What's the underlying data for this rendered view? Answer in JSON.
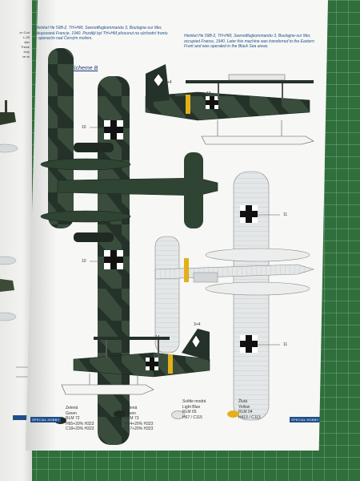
{
  "page": {
    "caption_left": [
      "Heinkel He 59B-2, TH+HM, Seenotflugkommando 3, Boulogne-sur Mer,",
      "okupovaná Francie, 1940. Později byl TH+HM přesunut na východní frontu",
      "k operacím nad Černým mořem."
    ],
    "caption_right": [
      "Heinkel He 59B-2, TH+HM, Seenotflugkommando 3, Boulogne-sur Mer,",
      "occupied France, 1940. Later this machine was transferred to the Eastern",
      "Front and was operated in the Black Sea areas."
    ],
    "scheme_label": "Scheme B",
    "callouts": {
      "top_3_4": "3+4",
      "side_13": "13",
      "left_10_upper": "10",
      "left_10_lower": "10",
      "right_11_upper": "11",
      "right_11_lower": "11",
      "bottom_3_4": "3+4",
      "bottom_14": "14"
    },
    "legend": [
      {
        "name_cz": "Zelená",
        "name_en": "Green",
        "code": "RLM 73",
        "mix1": "H64+20% H323",
        "mix2": "C17+20% H323",
        "color": "#1e2a22"
      },
      {
        "name_cz": "Zelená",
        "name_en": "Green",
        "code": "RLM 72",
        "mix1": "H65+20% H323",
        "mix2": "C18+20% H323",
        "color": "#2a3a2c"
      },
      {
        "name_cz": "Světle modrá",
        "name_en": "Light Blue",
        "code": "RLM 65",
        "mix1": "H67 / C115",
        "mix2": "",
        "color": "#dfe4e6"
      },
      {
        "name_cz": "Žlutá",
        "name_en": "Yellow",
        "code": "RLM 04",
        "mix1": "H413 / C113",
        "mix2": "",
        "color": "#e8b01a"
      }
    ],
    "brand_left": "SPECIAL HOBBY",
    "brand_right": "SPECIAL HOBBY",
    "left_page_snippets": [
      "ch Cod",
      "L-09",
      "ster",
      "These",
      "emy",
      "ve wi"
    ],
    "colors": {
      "mat": "#2f6f3c",
      "rlm73": "#1e2a22",
      "rlm72": "#2f4432",
      "rlm65": "#e3e7e8",
      "yellow": "#e3b01a"
    }
  }
}
